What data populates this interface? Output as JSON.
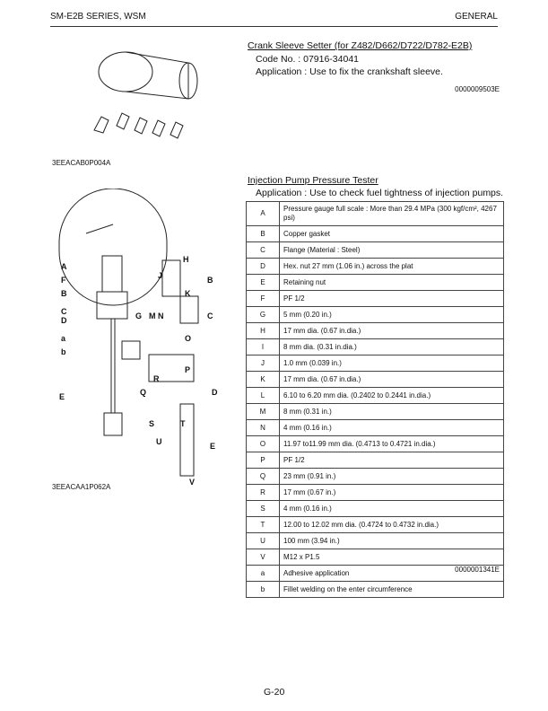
{
  "header": {
    "left": "SM-E2B SERIES, WSM",
    "right": "GENERAL"
  },
  "section1": {
    "title": "Crank Sleeve Setter (for Z482/D662/D722/D782-E2B)",
    "code": "Code No. :    07916-34041",
    "application": "Application :  Use to fix the crankshaft sleeve.",
    "ref": "0000009503E",
    "figure_code": "3EEACAB0P004A"
  },
  "section2": {
    "title": "Injection Pump Pressure Tester",
    "application": "Application : Use to check fuel tightness of injection pumps.",
    "ref": "0000001341E",
    "figure_code": "3EEACAA1P062A",
    "rows": [
      [
        "A",
        "Pressure gauge full scale : More than 29.4 MPa (300 kgf/cm², 4267 psi)"
      ],
      [
        "B",
        "Copper gasket"
      ],
      [
        "C",
        "Flange (Material : Steel)"
      ],
      [
        "D",
        "Hex. nut 27 mm (1.06 in.) across the plat"
      ],
      [
        "E",
        "Retaining nut"
      ],
      [
        "F",
        "PF 1/2"
      ],
      [
        "G",
        "5 mm (0.20 in.)"
      ],
      [
        "H",
        "17 mm dia. (0.67 in.dia.)"
      ],
      [
        "I",
        "8 mm dia. (0.31 in.dia.)"
      ],
      [
        "J",
        "1.0 mm (0.039 in.)"
      ],
      [
        "K",
        "17 mm dia. (0.67 in.dia.)"
      ],
      [
        "L",
        "6.10 to 6.20 mm dia. (0.2402 to 0.2441 in.dia.)"
      ],
      [
        "M",
        "8 mm (0.31 in.)"
      ],
      [
        "N",
        "4 mm (0.16 in.)"
      ],
      [
        "O",
        "11.97 to11.99 mm dia. (0.4713 to 0.4721 in.dia.)"
      ],
      [
        "P",
        "PF 1/2"
      ],
      [
        "Q",
        "23 mm (0.91 in.)"
      ],
      [
        "R",
        "17 mm (0.67 in.)"
      ],
      [
        "S",
        "4 mm (0.16 in.)"
      ],
      [
        "T",
        "12.00 to 12.02 mm dia. (0.4724 to 0.4732 in.dia.)"
      ],
      [
        "U",
        "100 mm (3.94 in.)"
      ],
      [
        "V",
        "M12 x P1.5"
      ],
      [
        "a",
        "Adhesive application"
      ],
      [
        "b",
        "Fillet welding on the enter circumference"
      ]
    ]
  },
  "footer": {
    "page": "G-20"
  }
}
